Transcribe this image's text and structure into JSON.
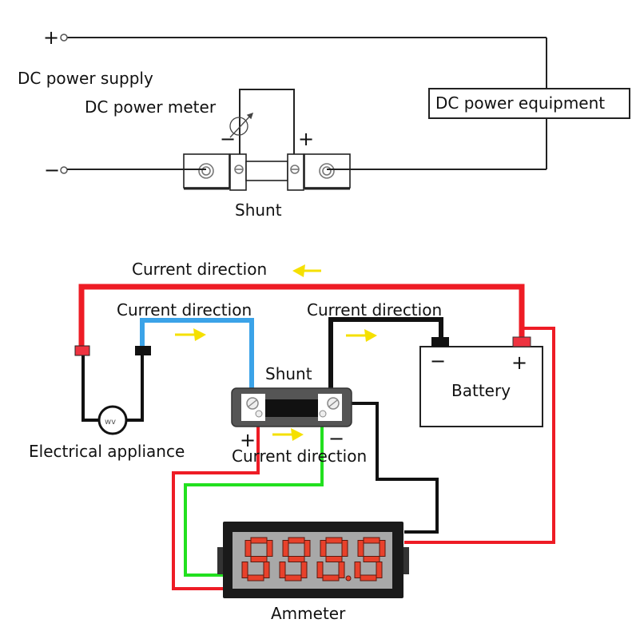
{
  "top_diagram": {
    "positive_terminal_sign": "+",
    "negative_terminal_sign": "−",
    "supply_label": "DC power supply",
    "meter_label": "DC power meter",
    "meter_minus": "−",
    "meter_plus": "+",
    "equipment_label": "DC power equipment",
    "shunt_label": "Shunt"
  },
  "bottom_diagram": {
    "current_direction_top": "Current direction",
    "current_direction_blue": "Current direction",
    "current_direction_black": "Current direction",
    "current_direction_bottom": "Current direction",
    "shunt_label": "Shunt",
    "shunt_plus": "+",
    "shunt_minus": "−",
    "battery_label": "Battery",
    "battery_minus": "−",
    "battery_plus": "+",
    "appliance_label": "Electrical appliance",
    "ammeter_label": "Ammeter",
    "ammeter_display": "888.8"
  },
  "colors": {
    "wire_red": "#ee1c25",
    "wire_blue": "#3ba3e8",
    "wire_black": "#111111",
    "wire_green": "#22e01f",
    "arrow_yellow": "#f5e000",
    "segment_red": "#e8412b",
    "display_gray": "#a8a8a8",
    "shunt_body": "#555555"
  }
}
